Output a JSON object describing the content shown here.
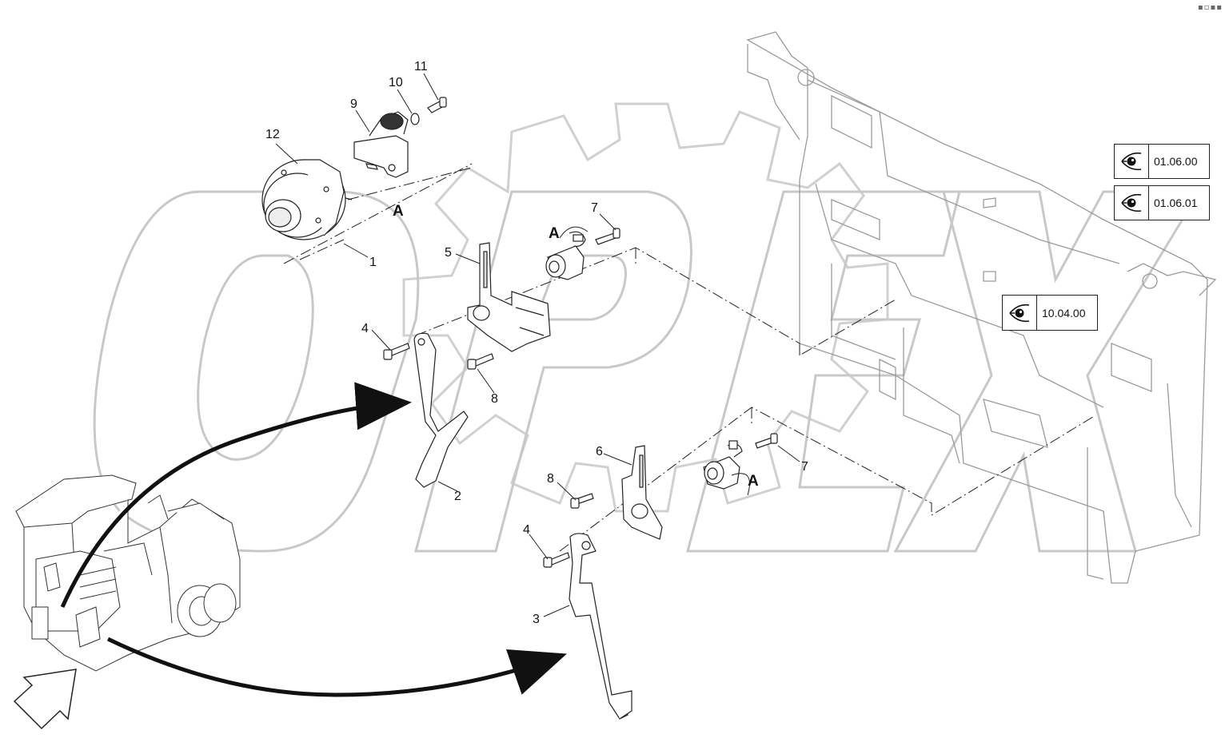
{
  "watermark": {
    "text": "OPEX"
  },
  "callouts": {
    "c1": "1",
    "c2": "2",
    "c3": "3",
    "c4a": "4",
    "c4b": "4",
    "c5": "5",
    "c6": "6",
    "c7a": "7",
    "c7b": "7",
    "c8a": "8",
    "c8b": "8",
    "c9": "9",
    "c10": "10",
    "c11": "11",
    "c12": "12"
  },
  "view_markers": {
    "a1": "A",
    "a2": "A",
    "a3": "A"
  },
  "references": [
    {
      "label": "01.06.00",
      "icon": "eye-icon"
    },
    {
      "label": "01.06.01",
      "icon": "eye-icon"
    },
    {
      "label": "10.04.00",
      "icon": "eye-icon"
    }
  ],
  "corner_mark": "▪▫▪▪"
}
